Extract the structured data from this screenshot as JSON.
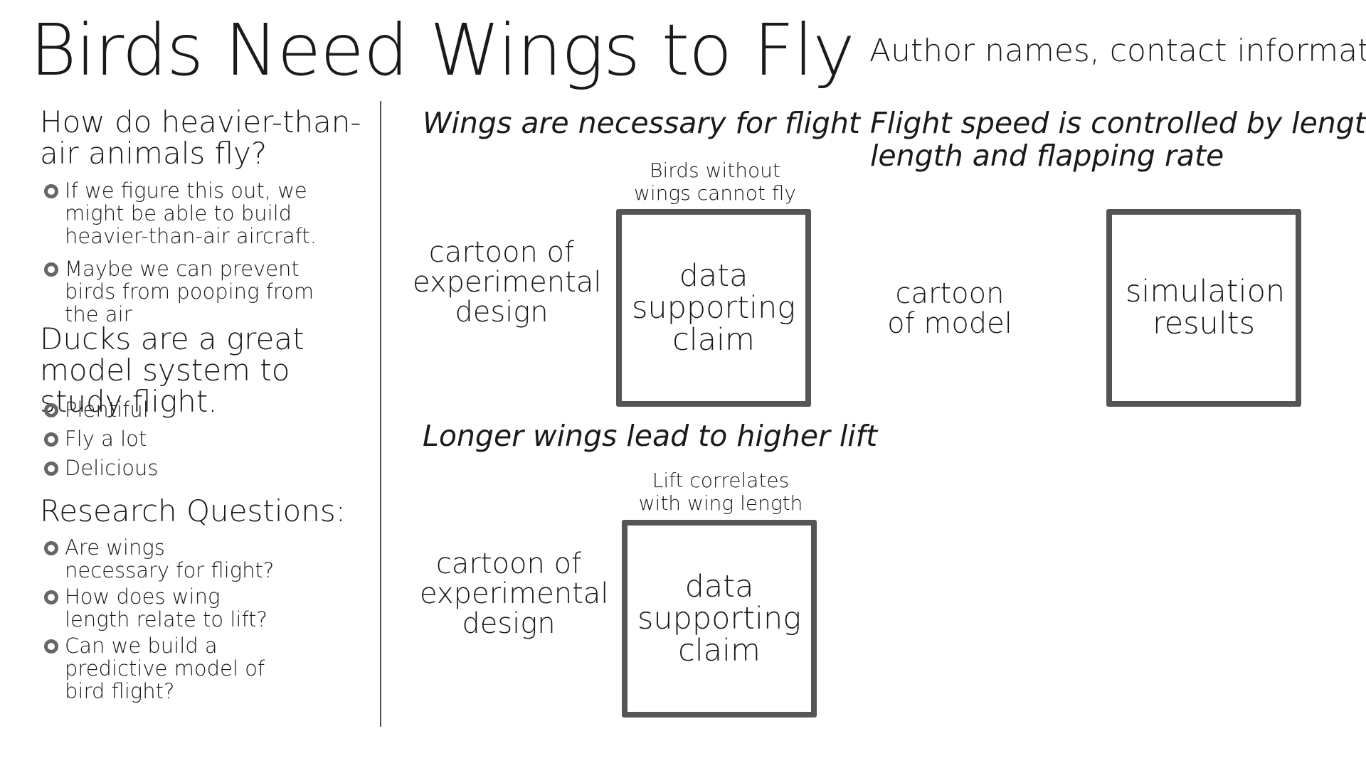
{
  "title": "Birds Need Wings to Fly",
  "author": "Author names, contact information",
  "left": {
    "q1_heading": "How do heavier-than-air animals fly?",
    "q1_bullets": [
      "If we figure this out, we might be able to build heavier-than-air aircraft.",
      "Maybe we can prevent birds from pooping from the air"
    ],
    "model_heading": "Ducks are a great model system to study flight.",
    "model_bullets": [
      "Plentiful",
      "Fly a lot",
      "Delicious"
    ],
    "rq_heading": "Research Questions:",
    "rq_bullets": [
      "Are wings necessary for flight?",
      "How does wing length relate to lift?",
      "Can we build a predictive model of bird flight?"
    ]
  },
  "claim1": {
    "heading": "Wings are necessary for flight",
    "caption": "Birds without wings cannot fly",
    "cartoon": "cartoon of experimental design",
    "box": "data supporting claim"
  },
  "claim2": {
    "heading": "Longer wings lead to higher lift",
    "caption": "Lift correlates with wing length",
    "cartoon": "cartoon of experimental design",
    "box": "data supporting claim"
  },
  "claim3": {
    "heading_line1": "Flight speed is controlled by length",
    "heading_line2": "length and flapping rate",
    "cartoon": "cartoon of model",
    "box": "simulation results"
  }
}
